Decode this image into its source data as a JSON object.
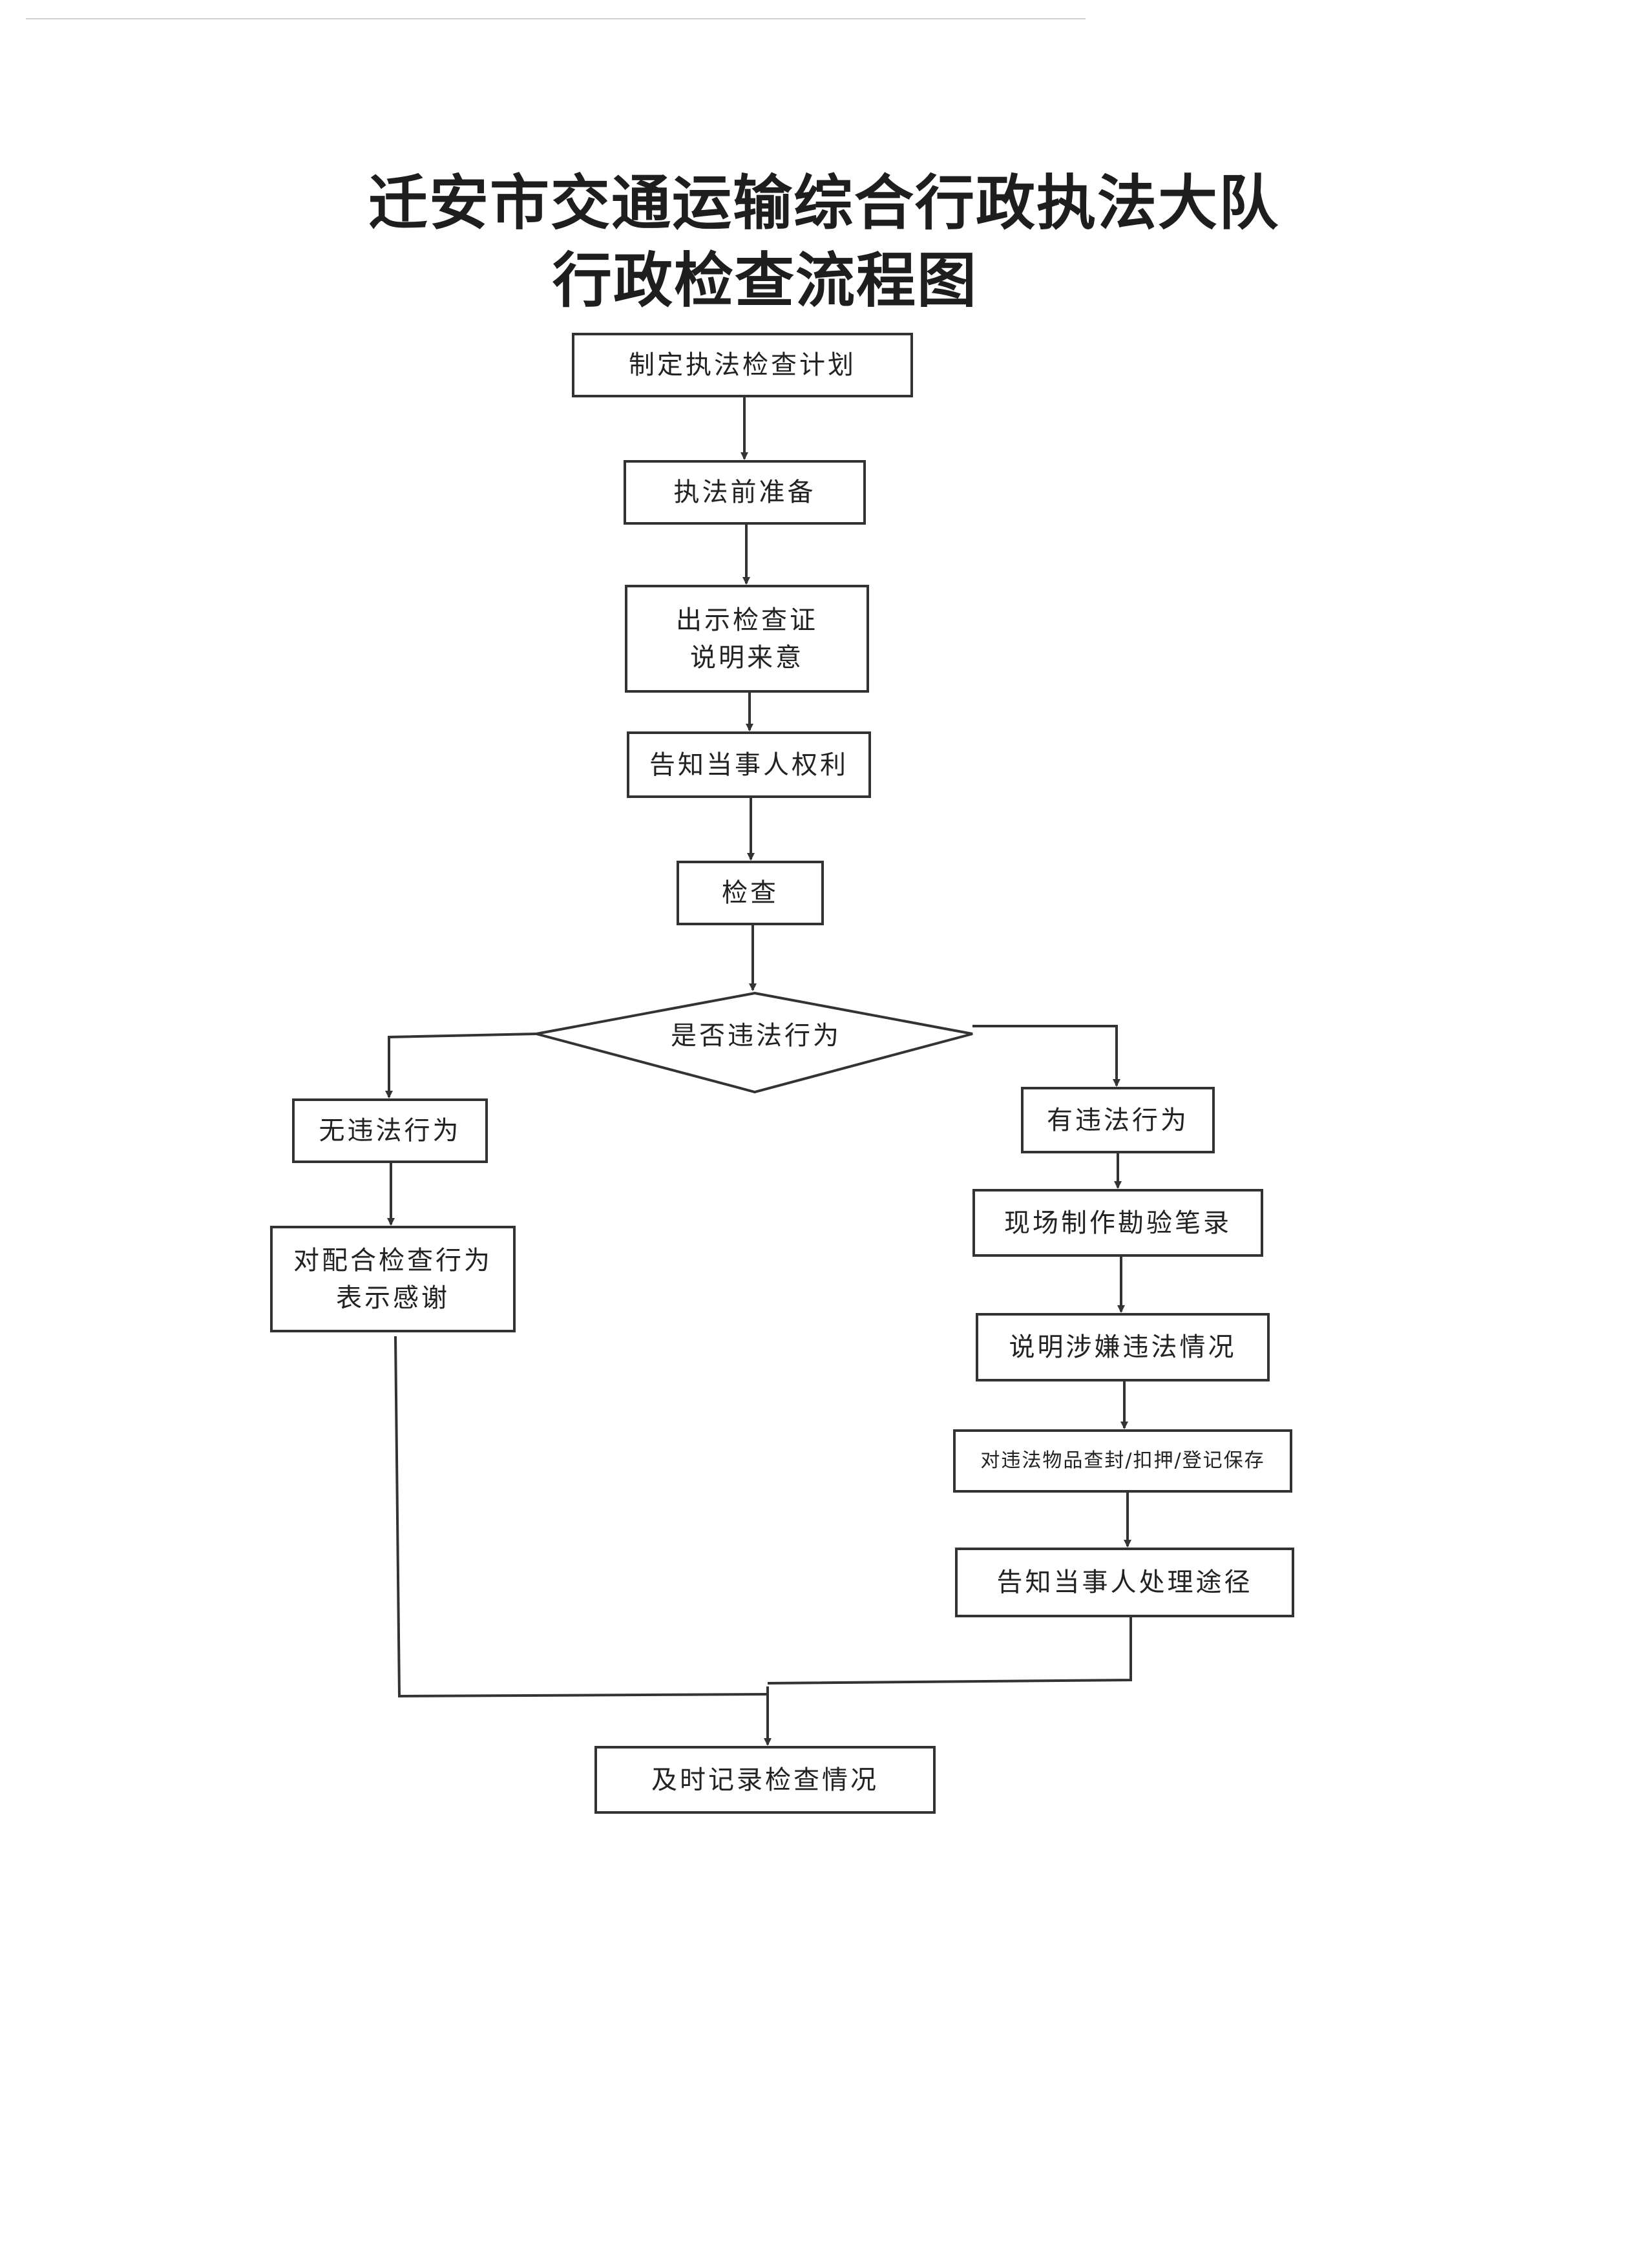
{
  "title": {
    "line1": "迁安市交通运输综合行政执法大队",
    "line2": "行政检查流程图"
  },
  "nodes": {
    "plan": "制定执法检查计划",
    "prepare": "执法前准备",
    "show_cert_1": "出示检查证",
    "show_cert_2": "说明来意",
    "inform_rights": "告知当事人权利",
    "inspect": "检查",
    "decision": "是否违法行为",
    "no_violation": "无违法行为",
    "thank_1": "对配合检查行为",
    "thank_2": "表示感谢",
    "violation": "有违法行为",
    "record_scene": "现场制作勘验笔录",
    "explain_violation": "说明涉嫌违法情况",
    "seize_items": "对违法物品查封/扣押/登记保存",
    "inform_handling": "告知当事人处理途径",
    "record_timely": "及时记录检查情况"
  }
}
